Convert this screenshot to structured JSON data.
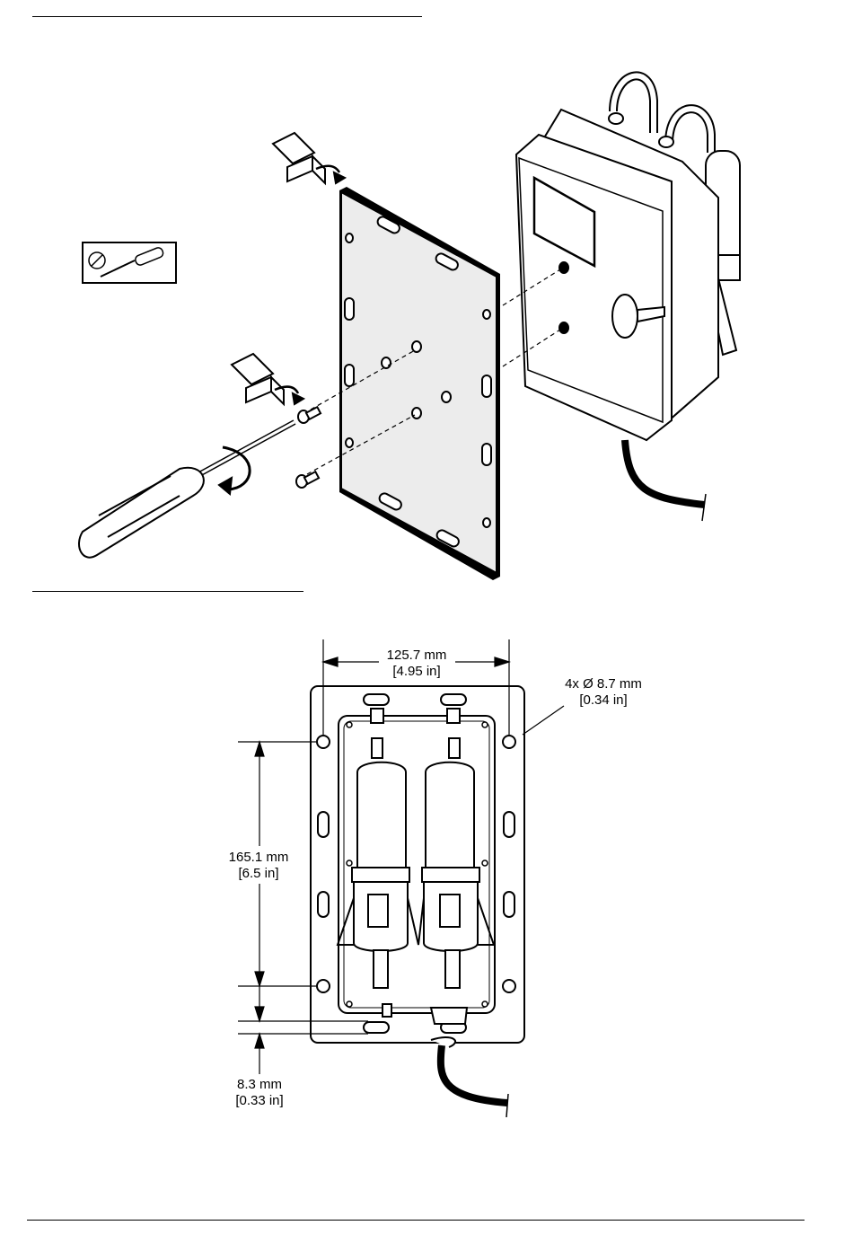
{
  "dimensions": {
    "width_mm": "125.7 mm",
    "width_in": "[4.95 in]",
    "hole_mm": "4x Ø 8.7 mm",
    "hole_in": "[0.34 in]",
    "height_mm": "165.1 mm",
    "height_in": "[6.5 in]",
    "offset_mm": "8.3 mm",
    "offset_in": "[0.33 in]"
  }
}
